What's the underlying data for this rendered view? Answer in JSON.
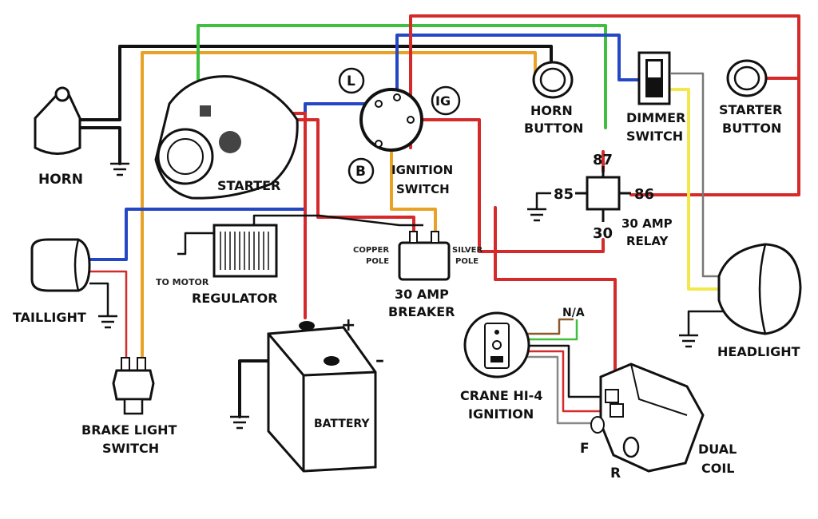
{
  "components": {
    "horn": "HORN",
    "starter": "STARTER",
    "ignition_switch": [
      "IGNITION",
      "SWITCH"
    ],
    "terminal_l": "L",
    "terminal_b": "B",
    "terminal_ig": "IG",
    "horn_button": [
      "HORN",
      "BUTTON"
    ],
    "dimmer_switch": [
      "DIMMER",
      "SWITCH"
    ],
    "starter_button": [
      "STARTER",
      "BUTTON"
    ],
    "relay": [
      "30 AMP",
      "RELAY"
    ],
    "relay_pins": {
      "p87": "87",
      "p85": "85",
      "p86": "86",
      "p30": "30"
    },
    "taillight": "TAILLIGHT",
    "regulator": "REGULATOR",
    "to_motor": "TO MOTOR",
    "breaker": [
      "30 AMP",
      "BREAKER"
    ],
    "copper_pole": [
      "COPPER",
      "POLE"
    ],
    "silver_pole": [
      "SILVER",
      "POLE"
    ],
    "headlight": "HEADLIGHT",
    "battery": "BATTERY",
    "plus": "+",
    "minus": "–",
    "brake_light_switch": [
      "BRAKE LIGHT",
      "SWITCH"
    ],
    "crane_ignition": [
      "CRANE HI-4",
      "IGNITION"
    ],
    "na": "N/A",
    "dual_coil": [
      "DUAL",
      "COIL"
    ],
    "coil_f": "F",
    "coil_r": "R"
  },
  "wire_colors": {
    "black": "#111111",
    "red": "#d42a2a",
    "orange": "#e8a227",
    "blue": "#2448c4",
    "green": "#3fbf3f",
    "yellow": "#f2e84b",
    "brown": "#8a5a2b",
    "white": "#ffffff"
  }
}
